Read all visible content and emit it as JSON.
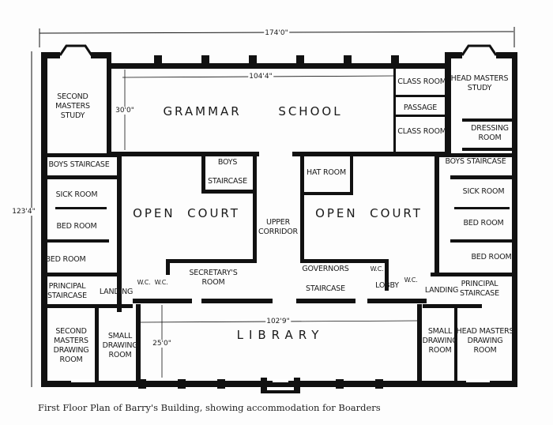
{
  "title": "First Floor Plan of Barry's Building",
  "caption": "First Floor Plan of Barry's Building, showing accommodation for Boarders",
  "dimensions": {
    "overall_width": "174'0\"",
    "overall_depth": "123'4\"",
    "grammar_school_length": "104'4\"",
    "grammar_school_width": "30'0\"",
    "library_length": "102'9\"",
    "library_width": "25'0\""
  },
  "rooms": {
    "grammar_school": "GRAMMAR      SCHOOL",
    "second_masters_study": "SECOND\nMASTERS\nSTUDY",
    "boys_staircase_left": "BOYS STAIRCASE",
    "sick_room_left": "SICK ROOM",
    "bed_room_left_1": "BED ROOM",
    "bed_room_left_2": "BED ROOM",
    "principal_staircase_left": "PRINCIPAL\nSTAIRCASE",
    "landing_left": "LANDING",
    "wc_1": "W.C.",
    "wc_2": "W.C.",
    "second_masters_drawing_room": "SECOND\nMASTERS\nDRAWING\nROOM",
    "small_drawing_room_left": "SMALL\nDRAWING\nROOM",
    "open_court_left": "OPEN  COURT",
    "boys_staircase_center": "BOYS\n\nSTAIRCASE",
    "upper_corridor": "UPPER\nCORRIDOR",
    "secretarys_room": "SECRETARY'S\nROOM",
    "open_court_right": "OPEN  COURT",
    "hat_room": "HAT ROOM",
    "governors_staircase_top": "GOVERNORS",
    "governors_staircase_bottom": "STAIRCASE",
    "wc_3": "W.C.",
    "wc_4": "W.C.",
    "lobby": "LOBBY",
    "library": "LIBRARY",
    "class_room_1": "CLASS ROOM",
    "passage": "PASSAGE",
    "class_room_2": "CLASS ROOM",
    "head_masters_study": "HEAD MASTERS\nSTUDY",
    "dressing_room": "DRESSING\nROOM",
    "boys_staircase_right": "BOYS  STAIRCASE",
    "sick_room_right": "SICK ROOM",
    "bed_room_right_1": "BED ROOM",
    "bed_room_right_2": "BED ROOM",
    "landing_right": "LANDING",
    "principal_staircase_right": "PRINCIPAL\nSTAIRCASE",
    "small_drawing_room_right": "SMALL\nDRAWING\nROOM",
    "head_masters_drawing_room": "HEAD MASTERS\nDRAWING\nROOM"
  }
}
